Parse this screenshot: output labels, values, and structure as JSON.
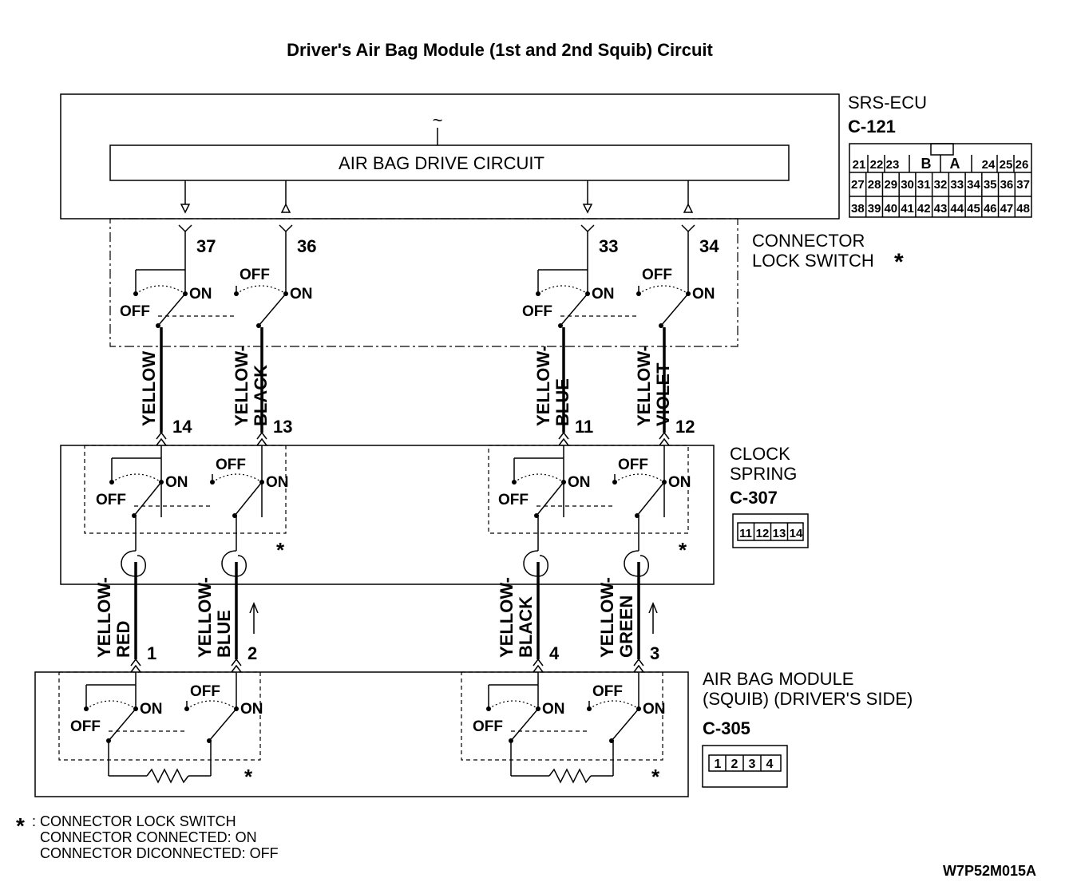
{
  "title": "Driver's Air Bag Module (1st and 2nd Squib) Circuit",
  "ecu": {
    "name": "SRS-ECU",
    "connector": "C-121",
    "drive_circuit": "AIR BAG DRIVE CIRCUIT",
    "signal": "~",
    "pins_row1": [
      "21",
      "22",
      "23",
      "B",
      "A",
      "24",
      "25",
      "26"
    ],
    "pins_row2": [
      "27",
      "28",
      "29",
      "30",
      "31",
      "32",
      "33",
      "34",
      "35",
      "36",
      "37"
    ],
    "pins_row3": [
      "38",
      "39",
      "40",
      "41",
      "42",
      "43",
      "44",
      "45",
      "46",
      "47",
      "48"
    ]
  },
  "lock_switch": {
    "label_line1": "CONNECTOR",
    "label_line2": "LOCK SWITCH",
    "star": "*",
    "pins": [
      "37",
      "36",
      "33",
      "34"
    ]
  },
  "switch": {
    "off": "OFF",
    "on": "ON"
  },
  "clock_spring": {
    "label_line1": "CLOCK",
    "label_line2": "SPRING",
    "connector": "C-307",
    "pins": [
      "14",
      "13",
      "11",
      "12"
    ],
    "connector_pins": [
      "11",
      "12",
      "13",
      "14"
    ],
    "star": "*"
  },
  "air_bag": {
    "label_line1": "AIR BAG MODULE",
    "label_line2": "(SQUIB) (DRIVER'S SIDE)",
    "connector": "C-305",
    "pins": [
      "1",
      "2",
      "4",
      "3"
    ],
    "connector_pins": [
      "1",
      "2",
      "3",
      "4"
    ],
    "star": "*"
  },
  "wires_upper": [
    {
      "l1": "YELLOW",
      "l2": ""
    },
    {
      "l1": "YELLOW-",
      "l2": "BLACK"
    },
    {
      "l1": "YELLOW-",
      "l2": "BLUE"
    },
    {
      "l1": "YELLOW-",
      "l2": "VIOLET"
    }
  ],
  "wires_lower": [
    {
      "l1": "YELLOW-",
      "l2": "RED"
    },
    {
      "l1": "YELLOW-",
      "l2": "BLUE"
    },
    {
      "l1": "YELLOW-",
      "l2": "BLACK"
    },
    {
      "l1": "YELLOW-",
      "l2": "GREEN"
    }
  ],
  "note": {
    "star": "*",
    "line1": ": CONNECTOR LOCK SWITCH",
    "line2": "CONNECTOR CONNECTED: ON",
    "line3": "CONNECTOR DICONNECTED: OFF"
  },
  "code": "W7P52M015A"
}
